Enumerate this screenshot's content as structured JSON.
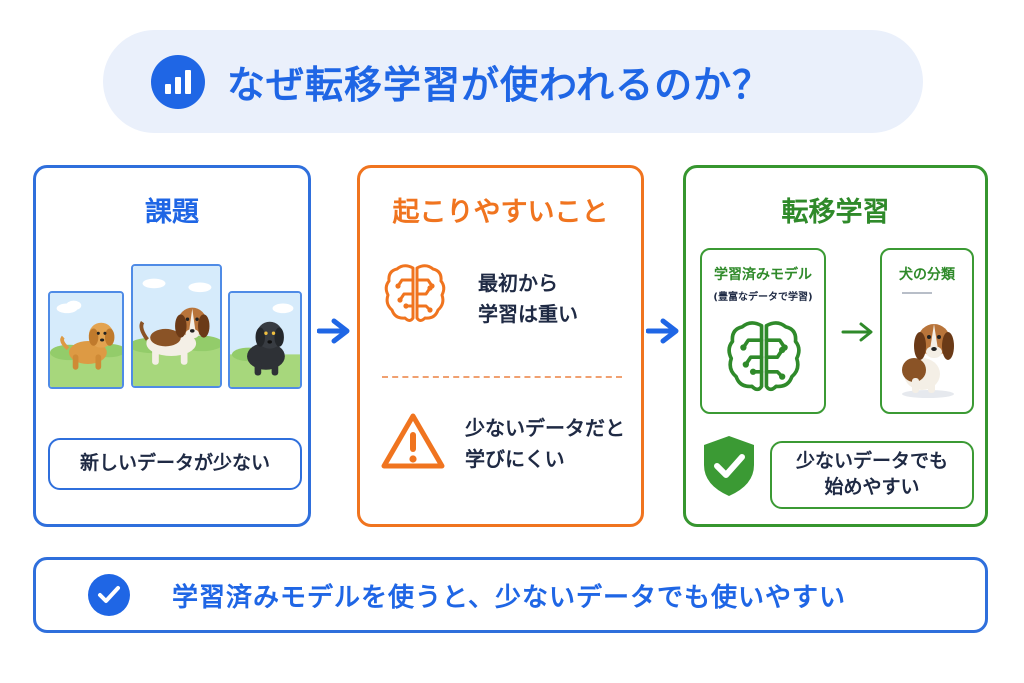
{
  "header": {
    "title": "なぜ転移学習が使われるのか？",
    "icon": "bar-chart-icon",
    "accent_color": "#1f66e5"
  },
  "panels": {
    "problem": {
      "title": "課題",
      "label": "新しいデータが少ない",
      "color": "#2f6fdc"
    },
    "issues": {
      "title": "起こりやすいこと",
      "item1_line1": "最初から",
      "item1_line2": "学習は重い",
      "item2_line1": "少ないデータだと",
      "item2_line2": "学びにくい",
      "color": "#f0741f"
    },
    "transfer": {
      "title": "転移学習",
      "model_title": "学習済みモデル",
      "model_subtitle": "(豊富なデータで学習)",
      "task_title": "犬の分類",
      "result_line1": "少ないデータでも",
      "result_line2": "始めやすい",
      "color": "#36962f"
    }
  },
  "summary": {
    "text": "学習済みモデルを使うと、少ないデータでも使いやすい"
  }
}
